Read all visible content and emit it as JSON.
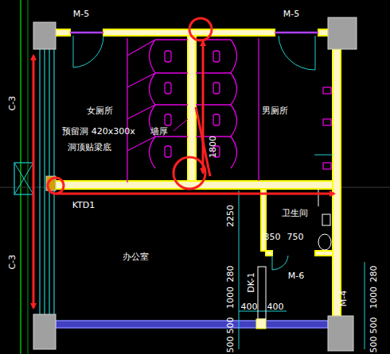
{
  "diagram": {
    "labels": [
      "M-5",
      "M-5",
      "C-3",
      "C-3",
      "女厕所",
      "男厕所",
      "预留洞 420x300x",
      "墙厚",
      "洞顶贴梁底",
      "1800",
      "KTD1",
      "卫生间",
      "2250",
      "办公室",
      "350",
      "750",
      "M-6",
      "280",
      "DK-1",
      "1000",
      "400",
      "400",
      "500",
      "500",
      "M-4",
      "280",
      "1000",
      "500",
      "500"
    ]
  }
}
